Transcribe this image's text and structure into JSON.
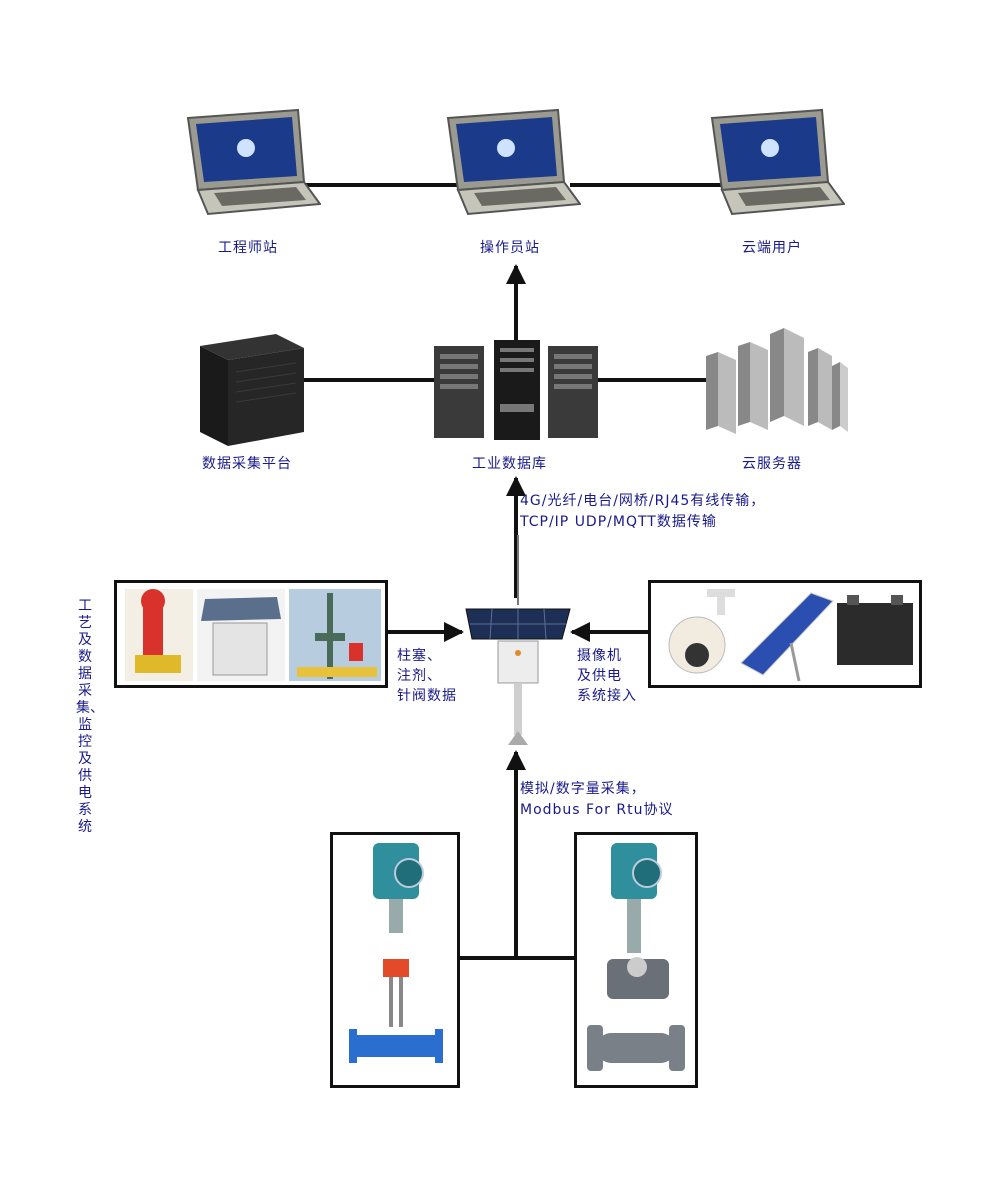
{
  "nodes": {
    "engineer_station": "工程师站",
    "operator_station": "操作员站",
    "cloud_user": "云端用户",
    "data_platform": "数据采集平台",
    "industrial_db": "工业数据库",
    "cloud_server": "云服务器"
  },
  "side_title": "工艺及数据采集、监控及供电系统",
  "transmission": {
    "line1": "4G/光纤/电台/网桥/RJ45有线传输，",
    "line2": "TCP/IP UDP/MQTT数据传输"
  },
  "left_data": [
    "柱塞、",
    "注剂、",
    "针阀数据"
  ],
  "right_data": [
    "摄像机",
    "及供电",
    "系统接入"
  ],
  "collection": {
    "line1": "模拟/数字量采集，",
    "line2": "Modbus For Rtu协议"
  },
  "colors": {
    "label": "#1a1a8c",
    "line": "#111111"
  }
}
